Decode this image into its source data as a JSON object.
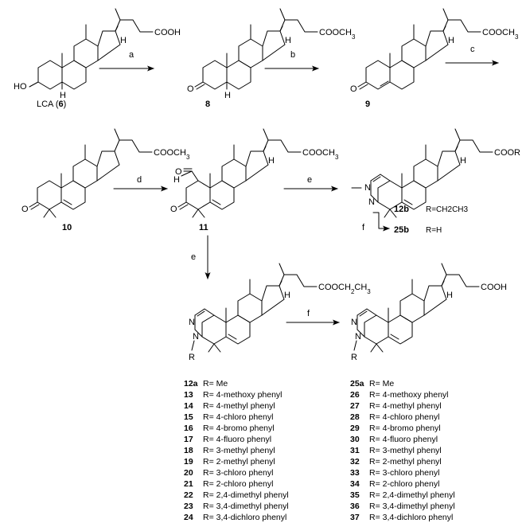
{
  "scheme": {
    "compounds": {
      "lca_prefix": "LCA (",
      "lca_number": "6",
      "lca_suffix": ")",
      "c8": "8",
      "c9": "9",
      "c10": "10",
      "c11": "11",
      "c12b": "12b",
      "c25b": "25b"
    },
    "groups": {
      "cooh": "COOH",
      "cooch3": "COOCH3",
      "coor": "COOR",
      "cooch2ch3": "COOCH2CH3",
      "ho": "HO",
      "o": "O",
      "h": "H",
      "n": "N",
      "r": "R"
    },
    "steps": {
      "a": "a",
      "b": "b",
      "c": "c",
      "d": "d",
      "e1": "e",
      "e2": "e",
      "f1": "f",
      "f2": "f"
    },
    "r_side": {
      "r12b": "R=CH2CH3",
      "r25b": "R=H"
    },
    "left_list": [
      {
        "num": "12a",
        "r": "R= Me"
      },
      {
        "num": "13",
        "r": "R= 4-methoxy phenyl"
      },
      {
        "num": "14",
        "r": "R= 4-methyl phenyl"
      },
      {
        "num": "15",
        "r": "R= 4-chloro phenyl"
      },
      {
        "num": "16",
        "r": "R= 4-bromo phenyl"
      },
      {
        "num": "17",
        "r": "R= 4-fluoro phenyl"
      },
      {
        "num": "18",
        "r": "R= 3-methyl phenyl"
      },
      {
        "num": "19",
        "r": "R= 2-methyl phenyl"
      },
      {
        "num": "20",
        "r": "R= 3-chloro phenyl"
      },
      {
        "num": "21",
        "r": "R= 2-chloro phenyl"
      },
      {
        "num": "22",
        "r": "R= 2,4-dimethyl phenyl"
      },
      {
        "num": "23",
        "r": "R= 3,4-dimethyl phenyl"
      },
      {
        "num": "24",
        "r": "R= 3,4-dichloro phenyl"
      }
    ],
    "right_list": [
      {
        "num": "25a",
        "r": "R= Me"
      },
      {
        "num": "26",
        "r": "R= 4-methoxy phenyl"
      },
      {
        "num": "27",
        "r": "R= 4-methyl phenyl"
      },
      {
        "num": "28",
        "r": "R= 4-chloro phenyl"
      },
      {
        "num": "29",
        "r": "R= 4-bromo phenyl"
      },
      {
        "num": "30",
        "r": "R= 4-fluoro phenyl"
      },
      {
        "num": "31",
        "r": "R= 3-methyl phenyl"
      },
      {
        "num": "32",
        "r": "R= 2-methyl phenyl"
      },
      {
        "num": "33",
        "r": "R= 3-chloro phenyl"
      },
      {
        "num": "34",
        "r": "R= 2-chloro phenyl"
      },
      {
        "num": "35",
        "r": "R= 2,4-dimethyl phenyl"
      },
      {
        "num": "36",
        "r": "R= 3,4-dimethyl phenyl"
      },
      {
        "num": "37",
        "r": "R= 3,4-dichloro phenyl"
      }
    ]
  }
}
